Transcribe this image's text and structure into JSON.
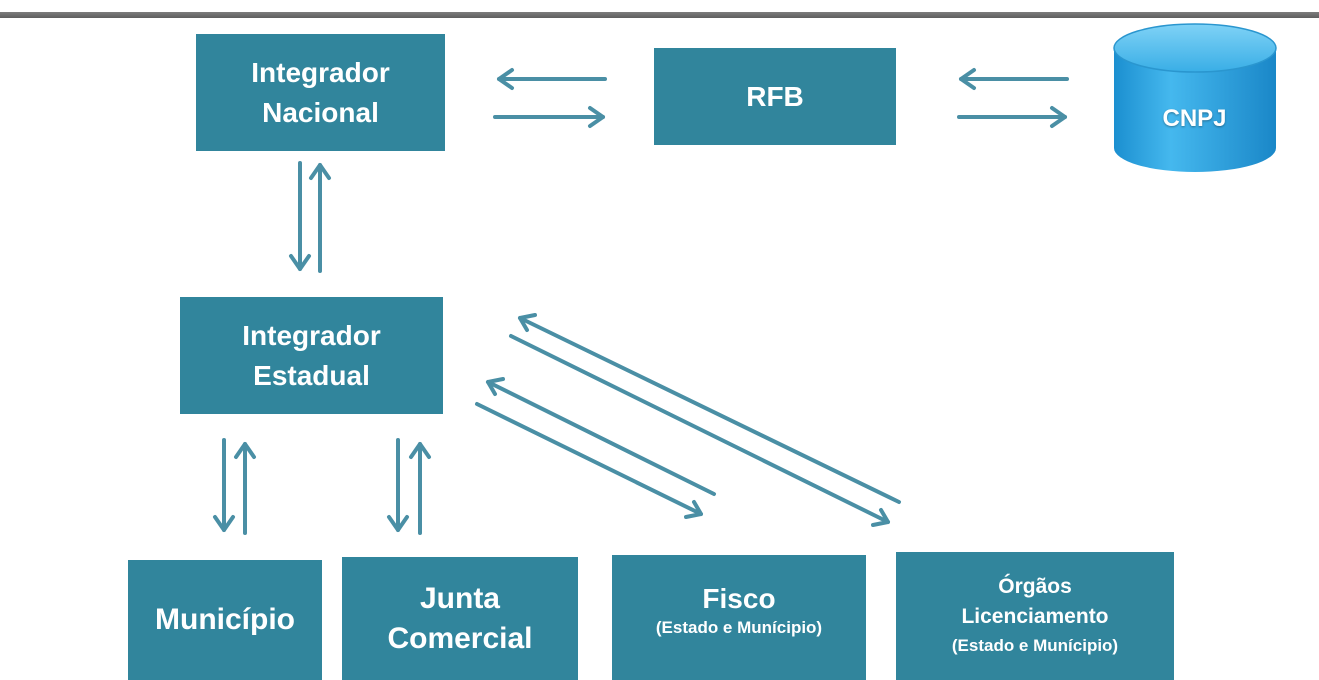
{
  "boxes": {
    "integrador_nacional": [
      "Integrador",
      "Nacional"
    ],
    "rfb": "RFB",
    "cnpj": "CNPJ",
    "integrador_estadual": [
      "Integrador",
      "Estadual"
    ],
    "municipio": "Município",
    "junta_comercial": [
      "Junta",
      "Comercial"
    ],
    "fisco": {
      "title": "Fisco",
      "subtitle": "(Estado e  Munícipio)"
    },
    "orgaos": {
      "title_lines": [
        "Órgãos",
        "Licenciamento"
      ],
      "subtitle": "(Estado e  Munícipio)"
    }
  },
  "colors": {
    "box_fill": "#31859c",
    "arrow": "#4a8fa5",
    "database": "#2aa6e4",
    "rule": "#6b6b6b"
  }
}
